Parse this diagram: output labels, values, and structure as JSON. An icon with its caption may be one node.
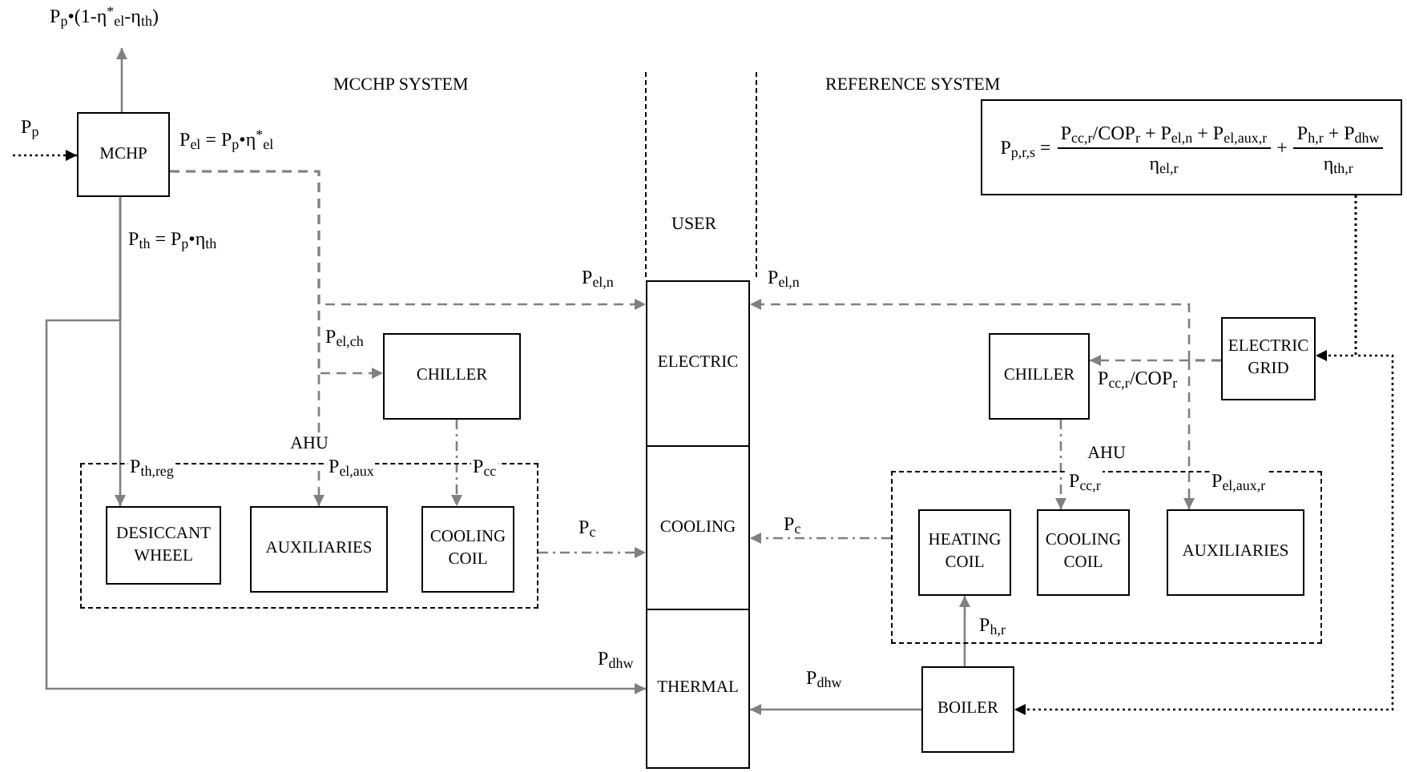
{
  "diagram": {
    "nodes": [
      {
        "text": [
          "MCHP"
        ]
      },
      {
        "text": [
          "ELECTRIC"
        ]
      },
      {
        "text": [
          "COOLING"
        ]
      },
      {
        "text": [
          "THERMAL"
        ]
      },
      {
        "text": [
          "CHILLER"
        ]
      },
      {
        "text": [
          "AHU"
        ]
      },
      {
        "text": [
          "DESICCANT WHEEL"
        ],
        "in": 5
      },
      {
        "text": [
          "AUXILIARIES"
        ],
        "in": 5
      },
      {
        "text": [
          "COOLING COIL"
        ],
        "in": 5
      },
      {
        "text": [
          "P$_{p,r,s}$ =",
          "P$_{cc,r}$/COP$_{r}$ + P$_{el,n}$ + P$_{el,aux,r}$",
          "η$_{el,r}$",
          "+",
          "P$_{h,r}$ + P$_{dhw}$",
          "η$_{th,r}$"
        ]
      },
      {
        "text": [
          "ELECTRIC GRID"
        ]
      },
      {
        "text": [
          "CHILLER"
        ]
      },
      {
        "text": [
          "AHU"
        ]
      },
      {
        "text": [
          "HEATING COIL"
        ],
        "in": 12
      },
      {
        "text": [
          "COOLING COIL"
        ],
        "in": 12
      },
      {
        "text": [
          "AUXILIARIES"
        ],
        "in": 12
      },
      {
        "text": [
          "BOILER"
        ]
      }
    ],
    "edges": [
      {
        "from": null,
        "to": 0,
        "arrow": "to",
        "label": "P$_{p}$",
        "style": "dashed",
        "color": "#000000"
      },
      {
        "from": 0,
        "to": null,
        "arrow": "to",
        "label": "P$_{p}$•(1-η$^{*}$$_{el}$-η$_{th}$)"
      },
      {
        "from": 0,
        "to": 1,
        "arrow": "to",
        "label": "P$_{el,n}$",
        "style": "dashed"
      },
      {
        "from": 0,
        "to": 4,
        "arrow": "to",
        "label": "P$_{el,ch}$",
        "style": "dashed"
      },
      {
        "from": 0,
        "to": 7,
        "arrow": "to",
        "label": "P$_{el,aux}$",
        "style": "dashed"
      },
      {
        "from": 0,
        "to": 6,
        "arrow": "to",
        "label": "P$_{th,reg}$"
      },
      {
        "from": 0,
        "to": 3,
        "arrow": "to",
        "label": "P$_{dhw}$"
      },
      {
        "from": 4,
        "to": 8,
        "arrow": "to",
        "label": "P$_{cc}$",
        "style": "dashed"
      },
      {
        "from": 5,
        "to": 2,
        "arrow": "to",
        "label": "P$_{c}$",
        "style": "dashed"
      },
      {
        "from": 10,
        "to": 1,
        "arrow": "to",
        "label": "P$_{el,n}$",
        "style": "dashed"
      },
      {
        "from": 10,
        "to": 11,
        "arrow": "to",
        "label": "P$_{cc,r}$/COP$_{r}$",
        "style": "dashed"
      },
      {
        "from": 10,
        "to": 15,
        "arrow": "to",
        "label": "P$_{el,aux,r}$",
        "style": "dashed"
      },
      {
        "from": 11,
        "to": 14,
        "arrow": "to",
        "label": "P$_{cc,r}$",
        "style": "dashed"
      },
      {
        "from": 12,
        "to": 2,
        "arrow": "to",
        "label": "P$_{c}$",
        "style": "dashed"
      },
      {
        "from": 16,
        "to": 13,
        "arrow": "to",
        "label": "P$_{h,r}$"
      },
      {
        "from": 16,
        "to": 3,
        "arrow": "to",
        "label": "P$_{dhw}$"
      },
      {
        "from": 9,
        "to": 10,
        "arrow": "to",
        "style": "dashed",
        "color": "#000000"
      },
      {
        "from": 9,
        "to": 16,
        "arrow": "to",
        "style": "dashed",
        "color": "#000000"
      }
    ],
    "labels": [
      "MCCHP SYSTEM",
      "REFERENCE SYSTEM",
      "P$_{el}$ = P$_{p}$•η$^{*}$$_{el}$",
      "P$_{th}$ = P$_{p}$•η$_{th}$",
      "USER"
    ]
  }
}
